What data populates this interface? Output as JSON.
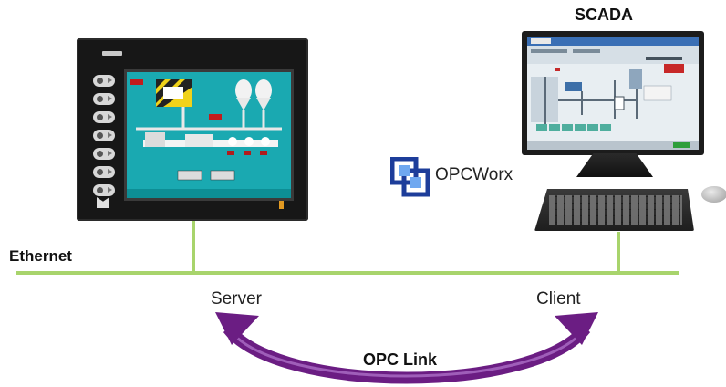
{
  "diagram": {
    "title": "SCADA",
    "network_label": "Ethernet",
    "server_label": "Server",
    "client_label": "Client",
    "link_label": "OPC Link",
    "logo_text": "OPCWorx"
  },
  "colors": {
    "ethernet": "#a8d46c",
    "arrow": "#6b1d83",
    "arrow_highlight": "#b57ad0",
    "logo": "#1d3d9a"
  },
  "icons": [
    "hmi-panel-icon",
    "computer-monitor-icon",
    "keyboard-icon",
    "mouse-icon",
    "opcworx-logo-icon",
    "double-headed-arrow-icon"
  ]
}
